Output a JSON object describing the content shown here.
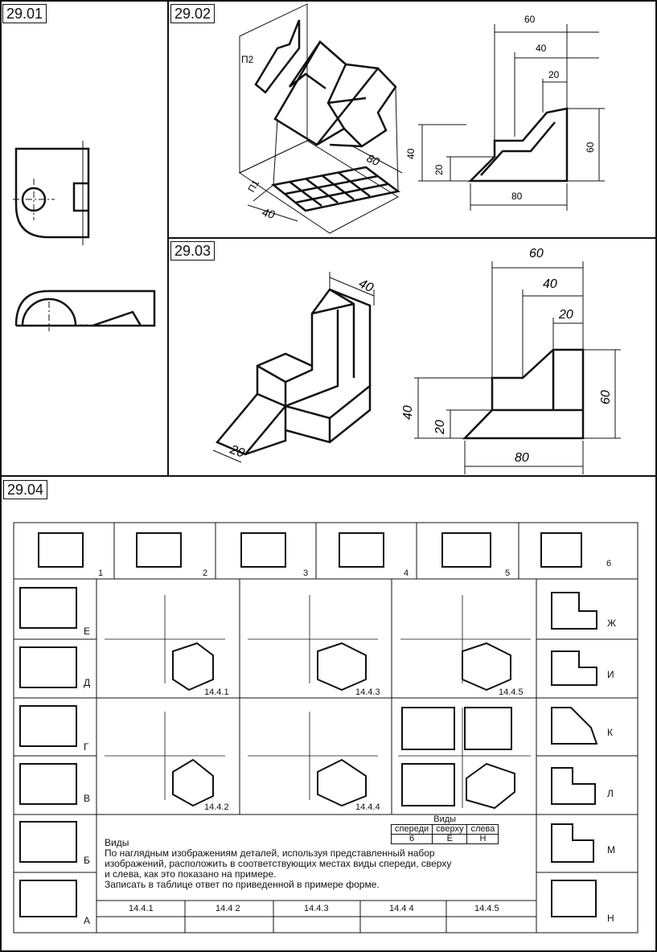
{
  "panels": {
    "p1": {
      "label": "29.01"
    },
    "p2": {
      "label": "29.02",
      "plane_label": "П2",
      "axis_label": "П1",
      "iso_dims": [
        "80",
        "40"
      ],
      "dims": {
        "d60": "60",
        "d40": "40",
        "d20": "20",
        "h40": "40",
        "h20": "20",
        "h60": "60",
        "w80": "80"
      }
    },
    "p3": {
      "label": "29.03",
      "iso_dims": [
        "40",
        "20"
      ],
      "dims": {
        "d60": "60",
        "d40": "40",
        "d20": "20",
        "h40": "40",
        "h20": "20",
        "h60": "60",
        "w80": "80"
      }
    },
    "p4": {
      "label": "29.04"
    }
  },
  "sheet": {
    "top_views": [
      "1",
      "2",
      "3",
      "4",
      "5",
      "6"
    ],
    "left_views": [
      "Е",
      "Д",
      "Г",
      "В",
      "Б",
      "А"
    ],
    "right_views": [
      "Ж",
      "И",
      "К",
      "Л",
      "М",
      "Н"
    ],
    "models": [
      "14.4.1",
      "14.4.3",
      "14.4.5",
      "14.4.2",
      "14.4.4"
    ],
    "task": {
      "title": "Виды",
      "line1": "По наглядным изображениям деталей, используя представленный набор",
      "line2": "изображений, расположить в соответствующих местах виды спереди, сверху",
      "line3": "и слева, как это показано на примере.",
      "line4": "Записать в таблице ответ по приведенной в примере форме."
    },
    "example_table": {
      "title": "Виды",
      "headers": [
        "спереди",
        "сверху",
        "слева"
      ],
      "values": [
        "6",
        "Е",
        "Н"
      ]
    },
    "answer_row": [
      "14.4.1",
      "14.4 2",
      "14.4.3",
      "14.4 4",
      "14.4.5"
    ]
  }
}
